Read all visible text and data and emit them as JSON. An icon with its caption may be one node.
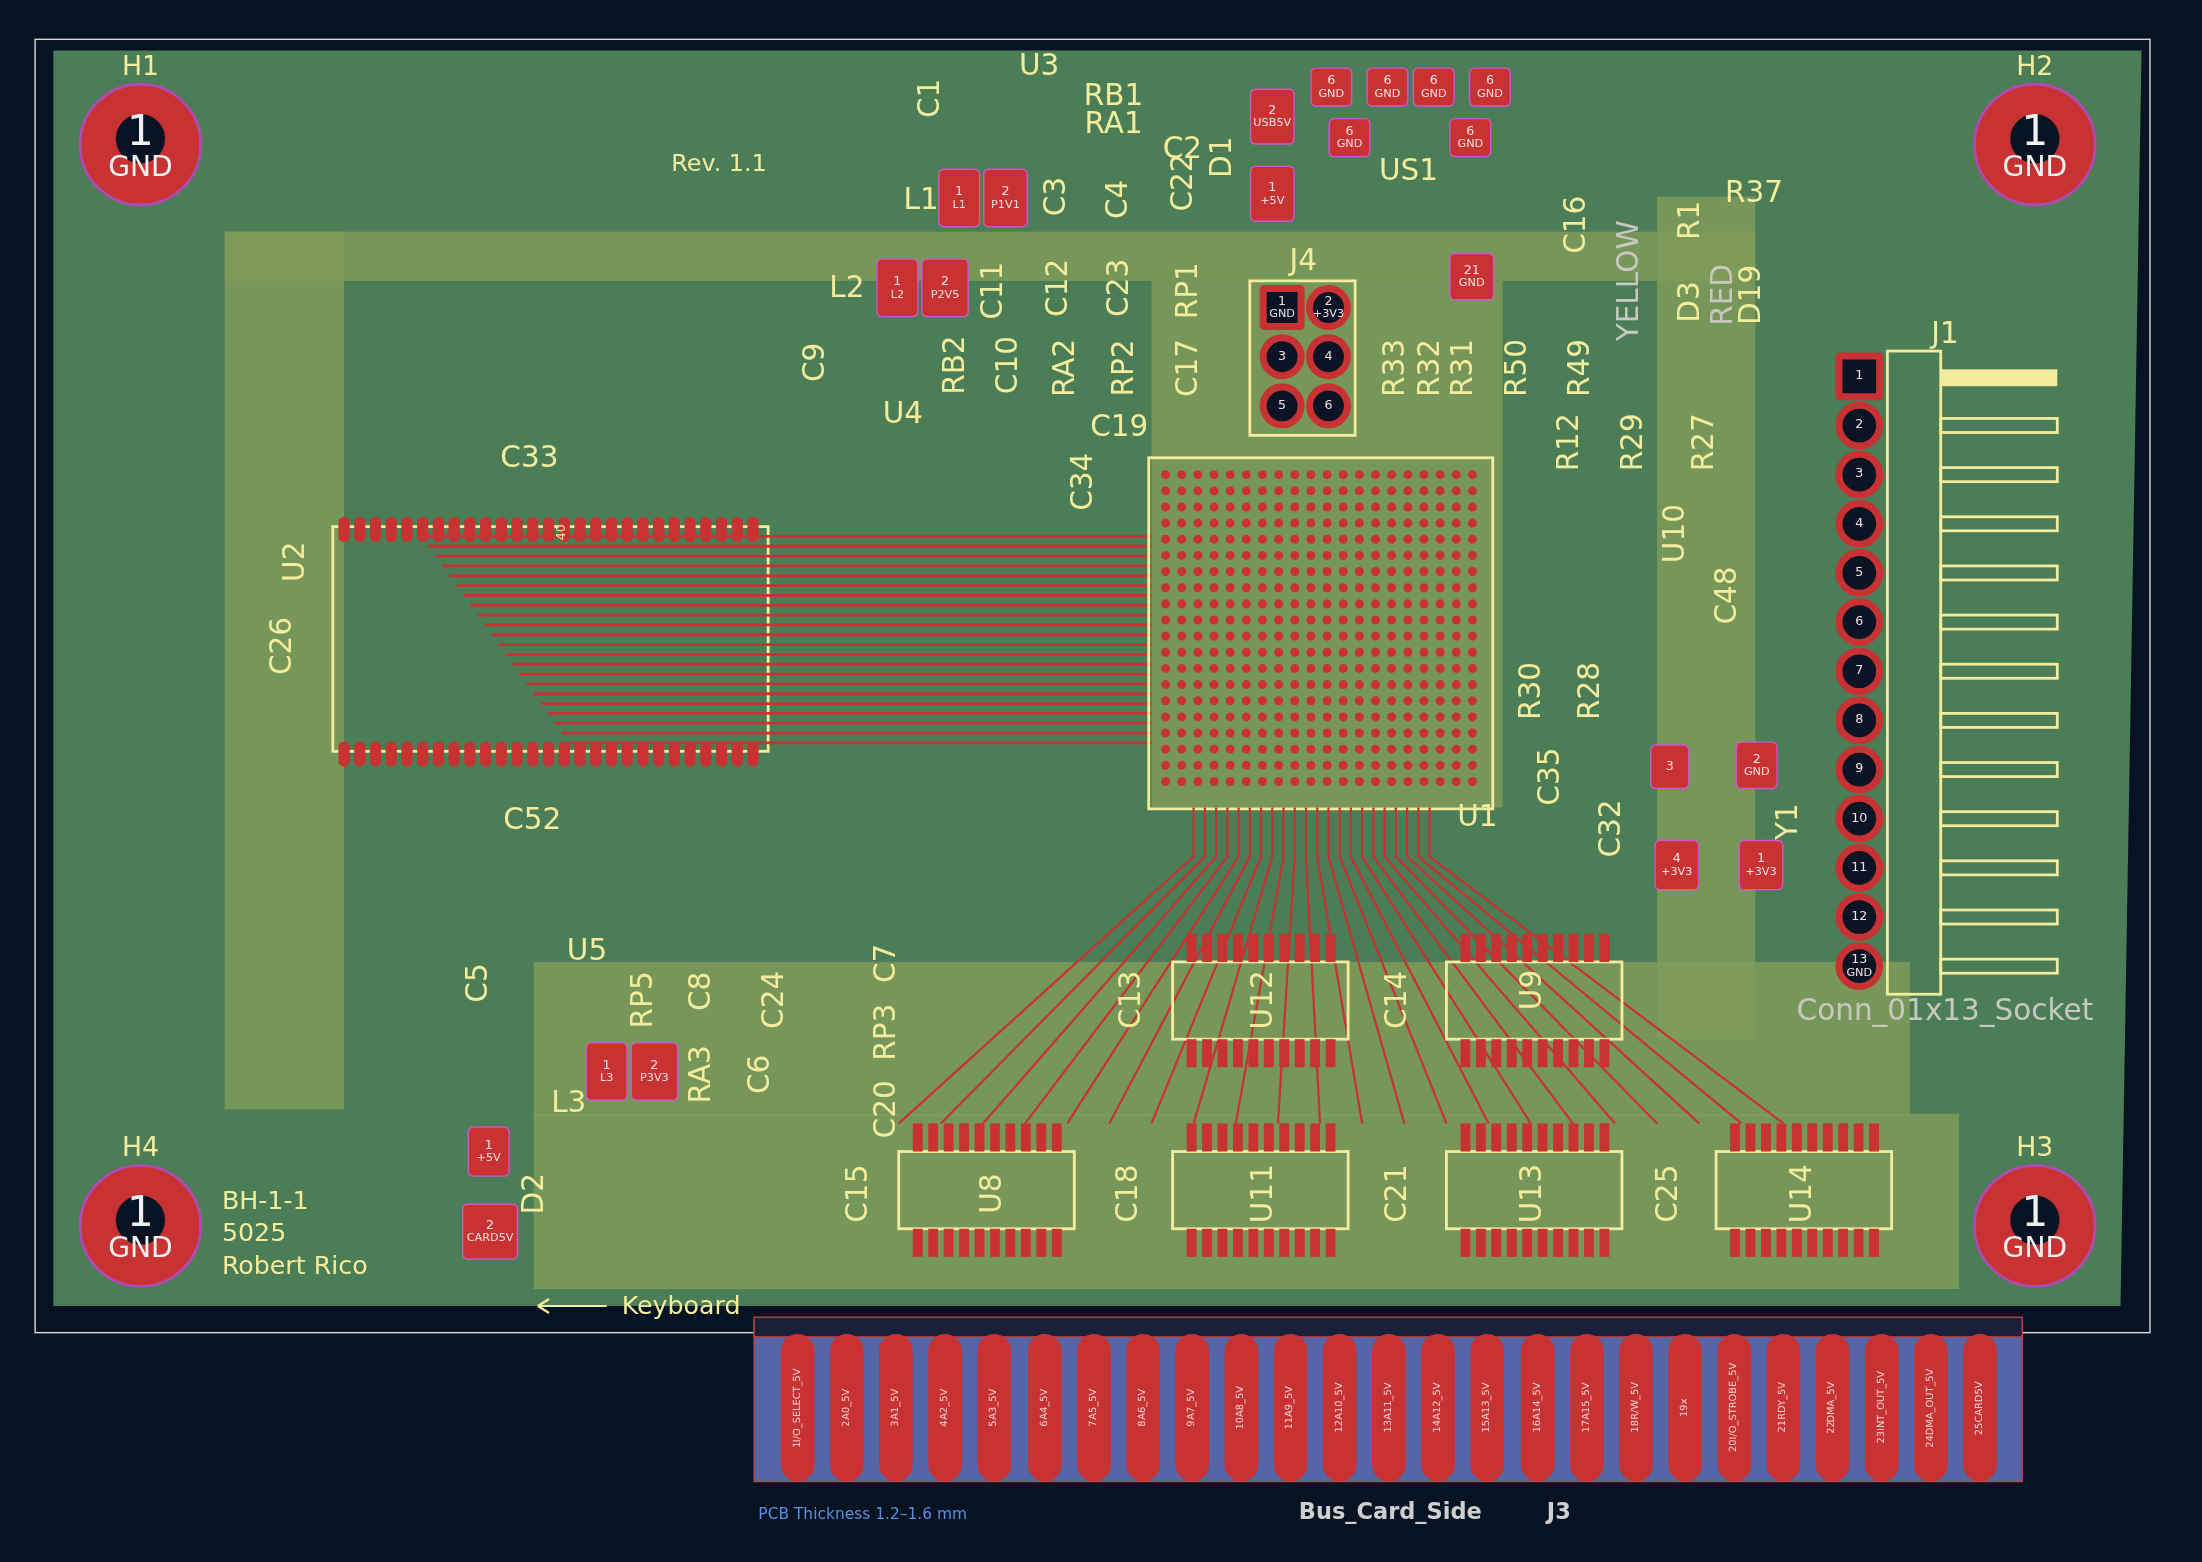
{
  "diagram": {
    "nodes": [
      {
        "text": [
          "1",
          "GND"
        ],
        "beside": [
          "H1"
        ]
      },
      {
        "text": [
          "1",
          "GND"
        ],
        "beside": [
          "H2"
        ]
      },
      {
        "text": [
          "1",
          "GND"
        ],
        "beside": [
          "H3"
        ]
      },
      {
        "text": [
          "1",
          "GND"
        ],
        "beside": [
          "H4"
        ]
      },
      {
        "text": [
          "1",
          "GND"
        ]
      },
      {
        "text": [
          "2",
          "+3V3"
        ]
      },
      {
        "text": [
          "3"
        ]
      },
      {
        "text": [
          "4"
        ]
      },
      {
        "text": [
          "5"
        ]
      },
      {
        "text": [
          "6"
        ]
      },
      {
        "text": [
          "6",
          "GND"
        ]
      },
      {
        "text": [
          "6",
          "GND"
        ]
      },
      {
        "text": [
          "6",
          "GND"
        ]
      },
      {
        "text": [
          "6",
          "GND"
        ]
      },
      {
        "text": [
          "6",
          "GND"
        ]
      },
      {
        "text": [
          "6",
          "GND"
        ]
      },
      {
        "text": [
          "2",
          "USB5V"
        ]
      },
      {
        "text": [
          "1",
          "+5V"
        ]
      },
      {
        "text": [
          "1",
          "L1"
        ]
      },
      {
        "text": [
          "2",
          "P1V1"
        ]
      },
      {
        "text": [
          "1",
          "L2"
        ]
      },
      {
        "text": [
          "2",
          "P2V5"
        ]
      },
      {
        "text": [
          "21",
          "GND"
        ]
      },
      {
        "text": [
          "3"
        ]
      },
      {
        "text": [
          "2",
          "GND"
        ]
      },
      {
        "text": [
          "4",
          "+3V3"
        ]
      },
      {
        "text": [
          "1",
          "+3V3"
        ]
      },
      {
        "text": [
          "1",
          "L3"
        ]
      },
      {
        "text": [
          "2",
          "P3V3"
        ]
      },
      {
        "text": [
          "1",
          "+5V"
        ]
      },
      {
        "text": [
          "2",
          "CARD5V"
        ]
      },
      {
        "text": [
          "1"
        ]
      },
      {
        "text": [
          "2"
        ]
      },
      {
        "text": [
          "3"
        ]
      },
      {
        "text": [
          "4"
        ]
      },
      {
        "text": [
          "5"
        ]
      },
      {
        "text": [
          "6"
        ]
      },
      {
        "text": [
          "7"
        ]
      },
      {
        "text": [
          "8"
        ]
      },
      {
        "text": [
          "9"
        ]
      },
      {
        "text": [
          "10"
        ]
      },
      {
        "text": [
          "11"
        ]
      },
      {
        "text": [
          "12"
        ]
      },
      {
        "text": [
          "13",
          "GND"
        ]
      },
      {
        "text": [
          "1",
          "I/O_SELECT_5V"
        ]
      },
      {
        "text": [
          "2",
          "A0_5V"
        ]
      },
      {
        "text": [
          "3",
          "A1_5V"
        ]
      },
      {
        "text": [
          "4",
          "A2_5V"
        ]
      },
      {
        "text": [
          "5",
          "A3_5V"
        ]
      },
      {
        "text": [
          "6",
          "A4_5V"
        ]
      },
      {
        "text": [
          "7",
          "A5_5V"
        ]
      },
      {
        "text": [
          "8",
          "A6_5V"
        ]
      },
      {
        "text": [
          "9",
          "A7_5V"
        ]
      },
      {
        "text": [
          "10",
          "A8_5V"
        ]
      },
      {
        "text": [
          "11",
          "A9_5V"
        ]
      },
      {
        "text": [
          "12",
          "A10_5V"
        ]
      },
      {
        "text": [
          "13",
          "A11_5V"
        ]
      },
      {
        "text": [
          "14",
          "A12_5V"
        ]
      },
      {
        "text": [
          "15",
          "A13_5V"
        ]
      },
      {
        "text": [
          "16",
          "A14_5V"
        ]
      },
      {
        "text": [
          "17",
          "A15_5V"
        ]
      },
      {
        "text": [
          "18",
          "R/W_5V"
        ]
      },
      {
        "text": [
          "19",
          "x"
        ]
      },
      {
        "text": [
          "20",
          "I/O_STROBE_5V"
        ]
      },
      {
        "text": [
          "21",
          "RDY_5V"
        ]
      },
      {
        "text": [
          "22",
          "DMA_5V"
        ]
      },
      {
        "text": [
          "23",
          "INT_OUT_5V"
        ]
      },
      {
        "text": [
          "24",
          "DMA_OUT_5V"
        ]
      },
      {
        "text": [
          "25",
          "CARD5V"
        ]
      }
    ],
    "labels": [
      "Rev. 1.1",
      "U3",
      "RB1",
      "RA1",
      "C1",
      "L1",
      "C3",
      "C4",
      "C22",
      "C2",
      "D1",
      "US1",
      "L2",
      "C11",
      "C12",
      "C23",
      "RP1",
      "J4",
      "C9",
      "RB2",
      "C10",
      "RA2",
      "RP2",
      "C17",
      "U4",
      "R33",
      "R32",
      "R31",
      "R50",
      "R49",
      "C16",
      "R1",
      "R37",
      "YELLOW",
      "RED",
      "D3",
      "D19",
      "R12",
      "R29",
      "R27",
      "C19",
      "C34",
      "C33",
      "U2",
      "C26",
      "40",
      "C52",
      "U10",
      "C48",
      "R30",
      "R28",
      "C35",
      "U1",
      "C32",
      "Y1",
      "J1",
      "Conn_01x13_Socket",
      "U5",
      "C5",
      "RP5",
      "C8",
      "C24",
      "C7",
      "RP3",
      "RA3",
      "C6",
      "L3",
      "C20",
      "C15",
      "U8",
      "C13",
      "U12",
      "C14",
      "U9",
      "C18",
      "U11",
      "C21",
      "U13",
      "C25",
      "U14",
      "D2",
      "BH-1-1",
      "5025",
      "Robert Rico",
      "Keyboard",
      "PCB Thickness 1.2–1.6 mm",
      "Bus_Card_Side",
      "J3"
    ]
  }
}
